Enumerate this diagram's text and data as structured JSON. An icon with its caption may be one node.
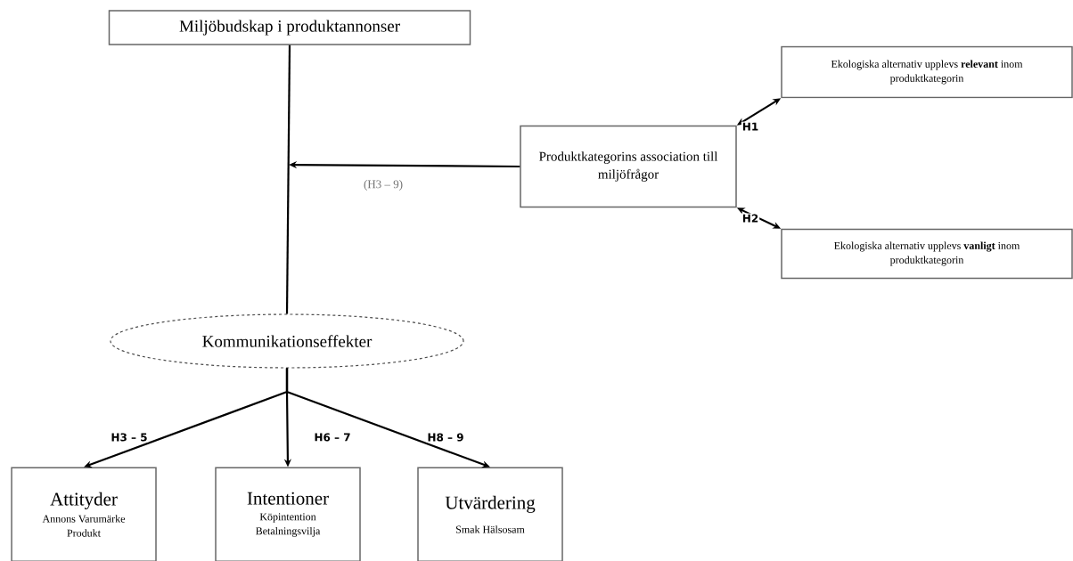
{
  "diagram": {
    "nodes": [
      {
        "text": [
          "Miljöbudskap i produktannonser"
        ]
      },
      {
        "text": [
          "Produktkategorins association till miljöfrågor"
        ]
      },
      {
        "text": [
          "Ekologiska alternativ upplevs **relevant** inom produktkategorin"
        ]
      },
      {
        "text": [
          "Ekologiska alternativ upplevs **vanligt** inom produktkategorin"
        ]
      },
      {
        "text": [
          "Kommunikationseffekter"
        ]
      },
      {
        "text": [
          "Attityder",
          "Annons Varumärke Produkt"
        ]
      },
      {
        "text": [
          "Intentioner",
          "Köpintention Betalningsvilja"
        ]
      },
      {
        "text": [
          "Utvärdering",
          "Smak Hälsosam"
        ]
      }
    ],
    "edges": [
      {
        "from": 0,
        "to": 4,
        "arrow": "none"
      },
      {
        "from": 1,
        "to": null,
        "arrow": "to",
        "label": "(H3 – 9)"
      },
      {
        "from": 1,
        "to": 2,
        "arrow": "both",
        "label": "H1"
      },
      {
        "from": 1,
        "to": 3,
        "arrow": "both",
        "label": "H2"
      },
      {
        "from": 4,
        "to": 5,
        "arrow": "to",
        "label": "H3 – 5"
      },
      {
        "from": 4,
        "to": 6,
        "arrow": "to",
        "label": "H6 – 7"
      },
      {
        "from": 4,
        "to": 7,
        "arrow": "to",
        "label": "H8 – 9"
      }
    ]
  }
}
